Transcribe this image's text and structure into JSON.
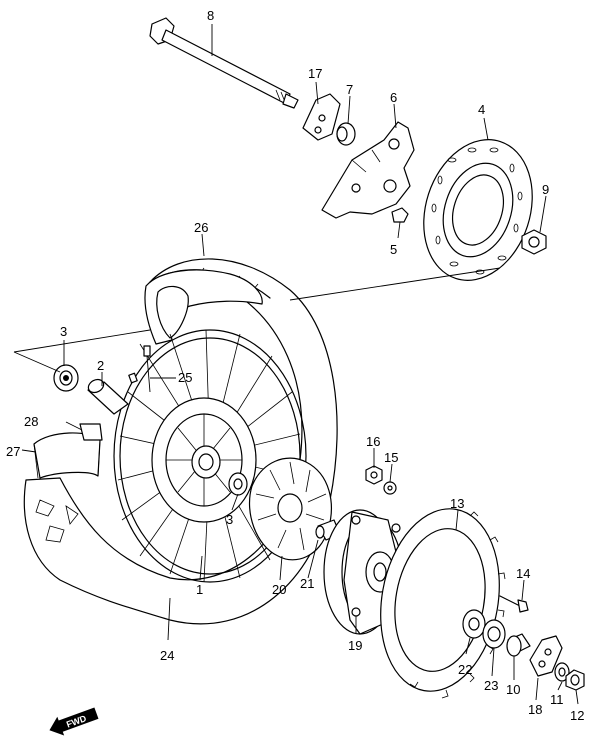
{
  "parts": [
    {
      "key": "p8",
      "label": "8"
    },
    {
      "key": "p17",
      "label": "17"
    },
    {
      "key": "p7",
      "label": "7"
    },
    {
      "key": "p6",
      "label": "6"
    },
    {
      "key": "p4",
      "label": "4"
    },
    {
      "key": "p9",
      "label": "9"
    },
    {
      "key": "p5",
      "label": "5"
    },
    {
      "key": "p26",
      "label": "26"
    },
    {
      "key": "p3a",
      "label": "3"
    },
    {
      "key": "p2",
      "label": "2"
    },
    {
      "key": "p25",
      "label": "25"
    },
    {
      "key": "p28",
      "label": "28"
    },
    {
      "key": "p27",
      "label": "27"
    },
    {
      "key": "p16",
      "label": "16"
    },
    {
      "key": "p15",
      "label": "15"
    },
    {
      "key": "p13",
      "label": "13"
    },
    {
      "key": "p3b",
      "label": "3"
    },
    {
      "key": "p1",
      "label": "1"
    },
    {
      "key": "p20",
      "label": "20"
    },
    {
      "key": "p21",
      "label": "21"
    },
    {
      "key": "p14",
      "label": "14"
    },
    {
      "key": "p24",
      "label": "24"
    },
    {
      "key": "p19",
      "label": "19"
    },
    {
      "key": "p22",
      "label": "22"
    },
    {
      "key": "p23",
      "label": "23"
    },
    {
      "key": "p10",
      "label": "10"
    },
    {
      "key": "p11",
      "label": "11"
    },
    {
      "key": "p18",
      "label": "18"
    },
    {
      "key": "p12",
      "label": "12"
    }
  ],
  "fwd_badge": "FWD"
}
